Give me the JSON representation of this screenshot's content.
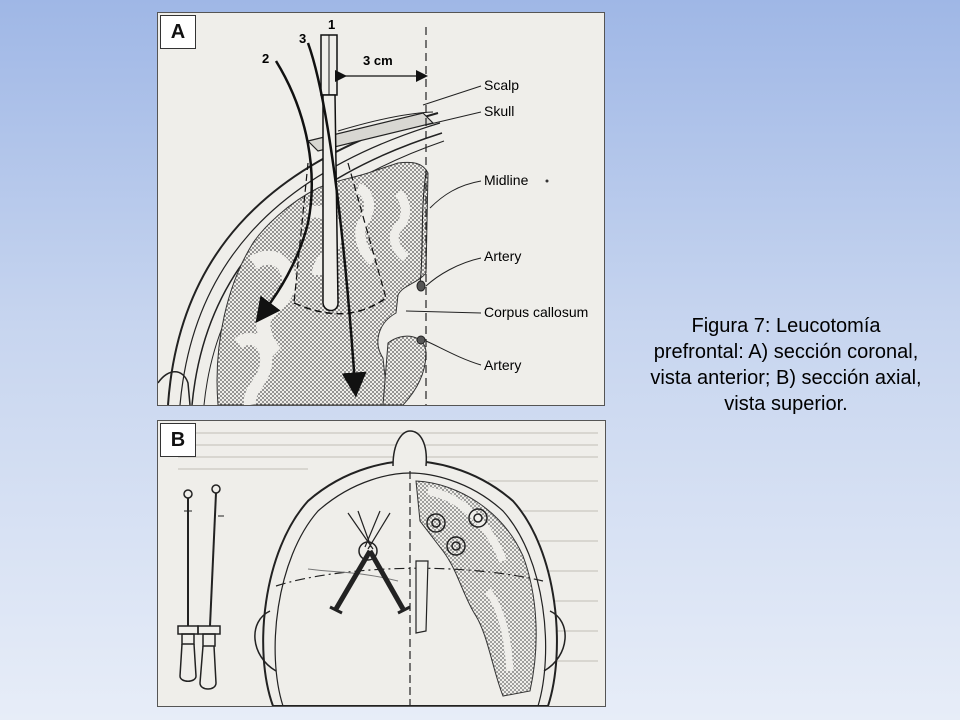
{
  "panel_a": {
    "label": "A",
    "tool_numbers": [
      "1",
      "2",
      "3"
    ],
    "distance": "3 cm",
    "annotations": {
      "scalp": "Scalp",
      "skull": "Skull",
      "midline": "Midline",
      "artery_top": "Artery",
      "corpus_callosum": "Corpus callosum",
      "artery_bottom": "Artery"
    }
  },
  "panel_b": {
    "label": "B"
  },
  "caption": {
    "lines": [
      "Figura 7: Leucotomía",
      "prefrontal: A) sección coronal,",
      "vista anterior; B) sección axial,",
      "vista superior."
    ]
  }
}
